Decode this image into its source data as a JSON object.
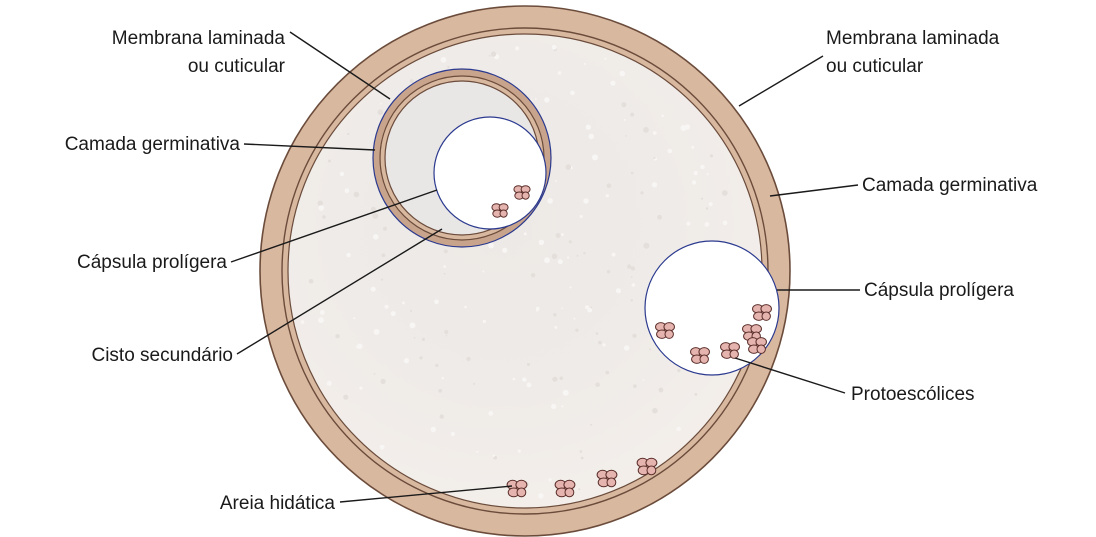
{
  "labels": {
    "laminated_membrane_left_line1": "Membrana laminada",
    "laminated_membrane_left_line2": "ou cuticular",
    "germinal_layer_left": "Camada germinativa",
    "brood_capsule_left": "Cápsula prolígera",
    "daughter_cyst": "Cisto secundário",
    "hydatid_sand": "Areia hidática",
    "laminated_membrane_right_line1": "Membrana laminada",
    "laminated_membrane_right_line2": "ou cuticular",
    "germinal_layer_right": "Camada germinativa",
    "brood_capsule_right": "Cápsula prolígera",
    "protoscolices": "Protoescólices"
  },
  "colors": {
    "outer_wall": "#d9b8a0",
    "wall_edge": "#6b4c3b",
    "cyst_fluid": "#efeae6",
    "germinal_line": "#2b3a8f",
    "protoscolex_fill": "#e6b4ae",
    "protoscolex_stroke": "#5a2e2a"
  }
}
